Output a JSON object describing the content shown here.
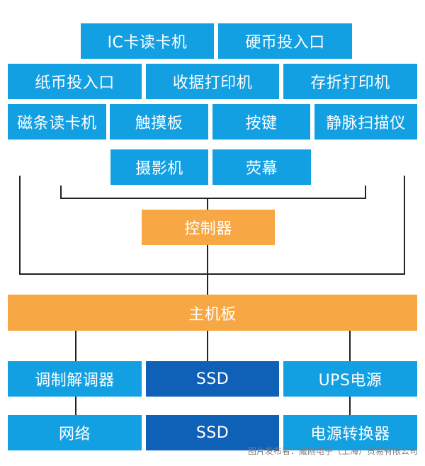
{
  "colors": {
    "blue": "#12a0e3",
    "orange": "#f7a845",
    "navy": "#0f61b8",
    "line": "#222222"
  },
  "peripherals": {
    "row1": [
      "IC卡读卡机",
      "硬币投入口"
    ],
    "row2": [
      "纸币投入口",
      "收据打印机",
      "存折打印机"
    ],
    "row3": [
      "磁条读卡机",
      "触摸板",
      "按键",
      "静脉扫描仪"
    ],
    "row4": [
      "摄影机",
      "荧幕"
    ]
  },
  "controller": "控制器",
  "motherboard": "主机板",
  "bottom": {
    "row1": [
      "调制解调器",
      "SSD",
      "UPS电源"
    ],
    "row2": [
      "网络",
      "SSD",
      "电源转换器"
    ]
  },
  "footer": "图片发布者：威刚电子（上海）贸易有限公司"
}
